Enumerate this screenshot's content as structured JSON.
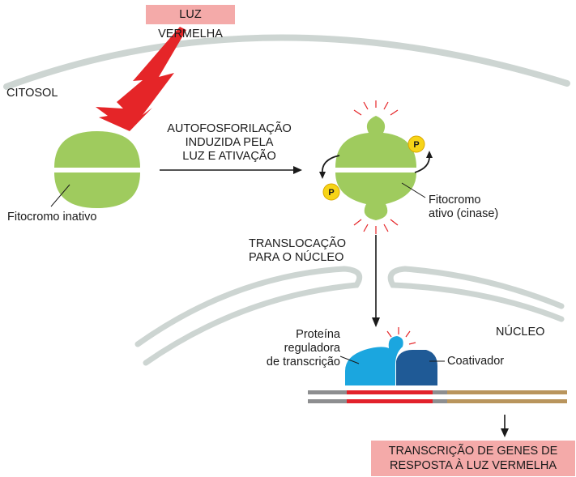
{
  "title_box": "LUZ VERMELHA",
  "compartments": {
    "cytosol": "CITOSOL",
    "nucleus": "NÚCLEO"
  },
  "inactive_label": "Fitocromo inativo",
  "step1": [
    "AUTOFOSFORILAÇÃO",
    "INDUZIDA PELA",
    "LUZ E ATIVAÇÃO"
  ],
  "active_label": [
    "Fitocromo",
    "ativo (cinase)"
  ],
  "phosphate": "P",
  "step2": [
    "TRANSLOCAÇÃO",
    "PARA O NÚCLEO"
  ],
  "regulator_label": [
    "Proteína",
    "reguladora",
    "de transcrição"
  ],
  "coactivator_label": "Coativador",
  "result_box": [
    "TRANSCRIÇÃO DE GENES DE",
    "RESPOSTA À LUZ VERMELHA"
  ],
  "colors": {
    "phytochrome": "#9fcb5e",
    "membrane": "#cdd5d2",
    "light_bolt": "#e52528",
    "box_fill": "#f4aaa9",
    "phosphate": "#f7d417",
    "regulator": "#1ba6df",
    "coactivator": "#1f5a96",
    "dna_grey": "#8d8e90",
    "dna_red": "#e2222b",
    "dna_tan": "#b9955d"
  }
}
